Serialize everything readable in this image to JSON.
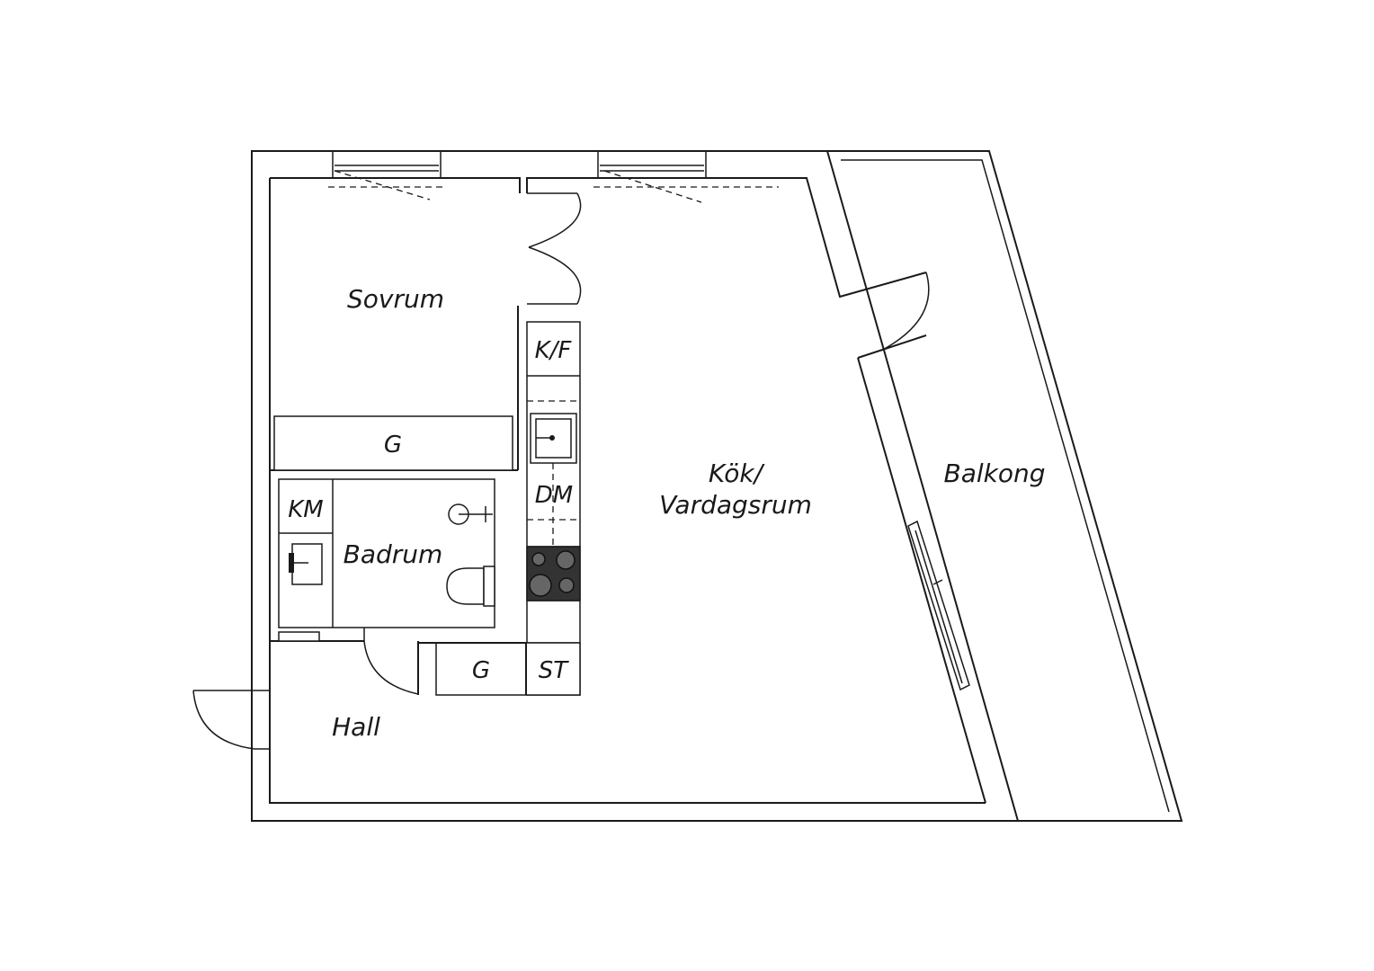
{
  "rooms": {
    "sovrum": "Sovrum",
    "kok_line1": "Kök/",
    "kok_line2": "Vardagsrum",
    "balkong": "Balkong",
    "badrum": "Badrum",
    "hall": "Hall"
  },
  "fixtures": {
    "wardrobe_bedroom": "G",
    "fridge_freezer": "K/F",
    "dishwasher": "DM",
    "washing_machine": "KM",
    "wardrobe_hall": "G",
    "storage": "ST"
  }
}
